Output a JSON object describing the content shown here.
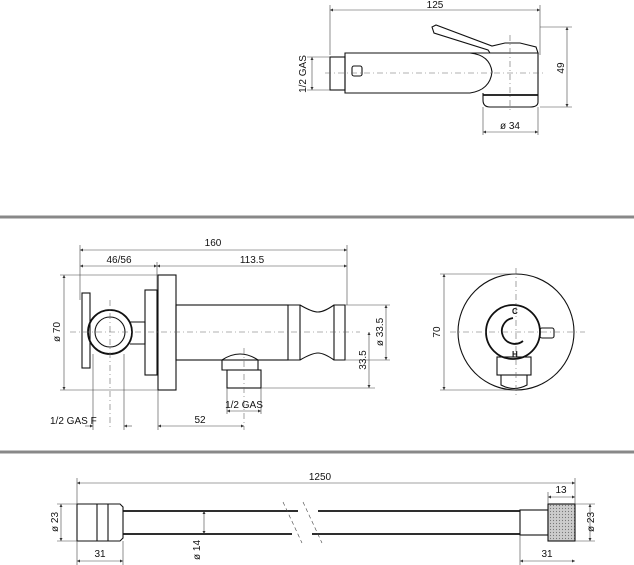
{
  "hand_shower": {
    "length": "125",
    "height": "49",
    "thread": "1/2 GAS",
    "head_diameter": "ø 34"
  },
  "valve_side": {
    "total_length": "160",
    "wall_depth": "46/56",
    "projection": "113.5",
    "escutcheon_diameter": "ø 70",
    "outlet_diameter": "ø 33.5",
    "outlet_height": "33.5",
    "inlet_thread": "1/2 GAS F",
    "outlet_thread": "1/2 GAS",
    "outlet_offset": "52"
  },
  "valve_front": {
    "diameter": "70",
    "cold_label": "C",
    "hot_label": "H"
  },
  "hose": {
    "length": "1250",
    "end_diameter_left": "ø 23",
    "hose_diameter": "ø 14",
    "left_fitting_length": "31",
    "right_fitting_length": "31",
    "nut_length": "13",
    "end_diameter_right": "ø 23"
  }
}
